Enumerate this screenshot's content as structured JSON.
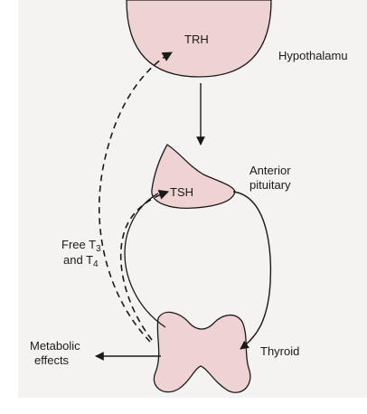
{
  "diagram": {
    "structures": {
      "hypothalamus": {
        "label": "Hypothalamu",
        "hormone": "TRH"
      },
      "anterior_pituitary": {
        "label_line1": "Anterior",
        "label_line2": "pituitary",
        "hormone": "TSH"
      },
      "thyroid": {
        "label": "Thyroid"
      }
    },
    "feedback": {
      "line1_main": "Free T",
      "line1_sub": "3",
      "line2_main": "and T",
      "line2_sub": "4"
    },
    "output": {
      "label_line1": "Metabolic",
      "label_line2": "effects"
    },
    "colors": {
      "organ_fill": "#efd3d3",
      "stroke": "#1a1a1a",
      "page_panel": "#f4f3f1"
    }
  }
}
